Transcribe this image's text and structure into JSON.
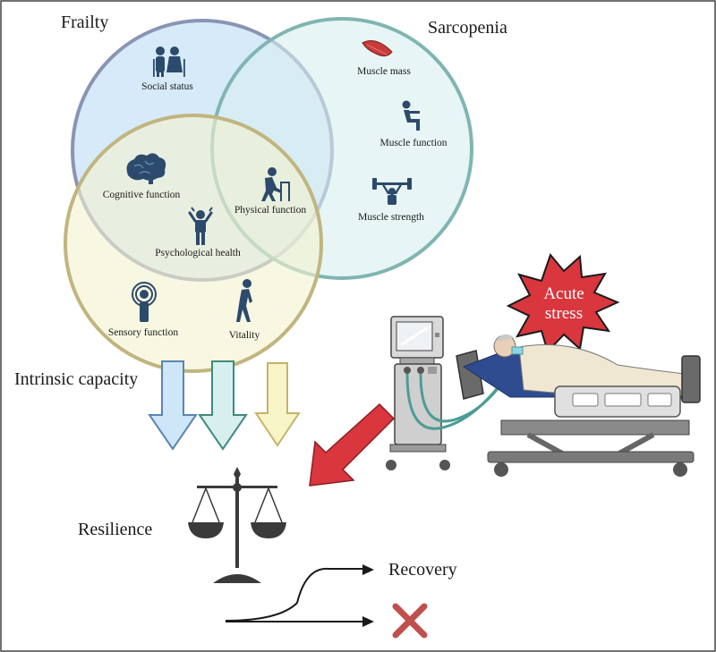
{
  "circles": {
    "frailty": {
      "title": "Frailty",
      "fill": "#cfe6f8",
      "stroke": "#8a94b4"
    },
    "sarcopenia": {
      "title": "Sarcopenia",
      "fill": "#d7efef",
      "stroke": "#7fb5b2"
    },
    "intrinsic": {
      "title": "Intrinsic capacity",
      "fill": "#f3f2cf",
      "stroke": "#c1b57f"
    }
  },
  "items": {
    "social": "Social status",
    "muscle_mass": "Muscle mass",
    "muscle_function": "Muscle function",
    "muscle_strength": "Muscle strength",
    "cognitive": "Cognitive function",
    "physical": "Physical function",
    "psychological": "Psychological health",
    "sensory": "Sensory function",
    "vitality": "Vitality"
  },
  "stress": {
    "line1": "Acute",
    "line2": "stress",
    "color": "#d9363e"
  },
  "resilience": "Resilience",
  "outcomes": {
    "recovery": "Recovery",
    "fail_color": "#c0504d"
  },
  "icons": {
    "social": "elderly-couple-icon",
    "muscle_mass": "muscle-icon",
    "muscle_function": "squat-icon",
    "muscle_strength": "weightlifter-icon",
    "cognitive": "brain-icon",
    "physical": "walker-icon",
    "psychological": "stressed-person-icon",
    "sensory": "ear-icon",
    "vitality": "walking-person-icon"
  }
}
